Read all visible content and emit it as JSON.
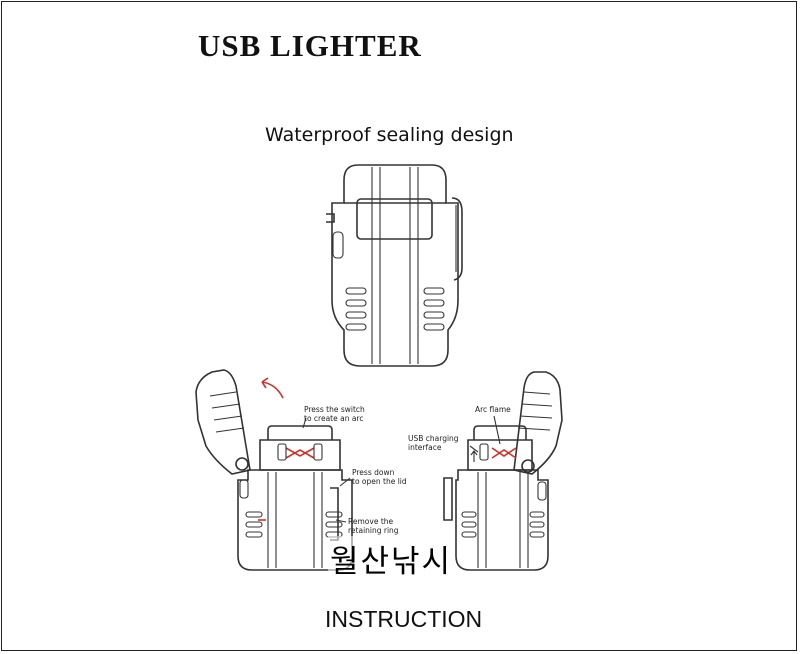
{
  "header": {
    "title": "USB LIGHTER",
    "subtitle": "Waterproof sealing design"
  },
  "callouts": {
    "press_switch": [
      "Press the switch",
      "to create an arc"
    ],
    "press_down": [
      "Press down",
      "to open the lid"
    ],
    "remove_ring": [
      "Remove the",
      "retaining ring"
    ],
    "arc_flame": [
      "Arc flame"
    ],
    "usb_charging": [
      "USB charging",
      "interface"
    ]
  },
  "watermark": "월산낚시",
  "footer": {
    "label": "INSTRUCTION"
  },
  "colors": {
    "line": "#333333",
    "accent": "#d0302a",
    "background": "#ffffff"
  }
}
